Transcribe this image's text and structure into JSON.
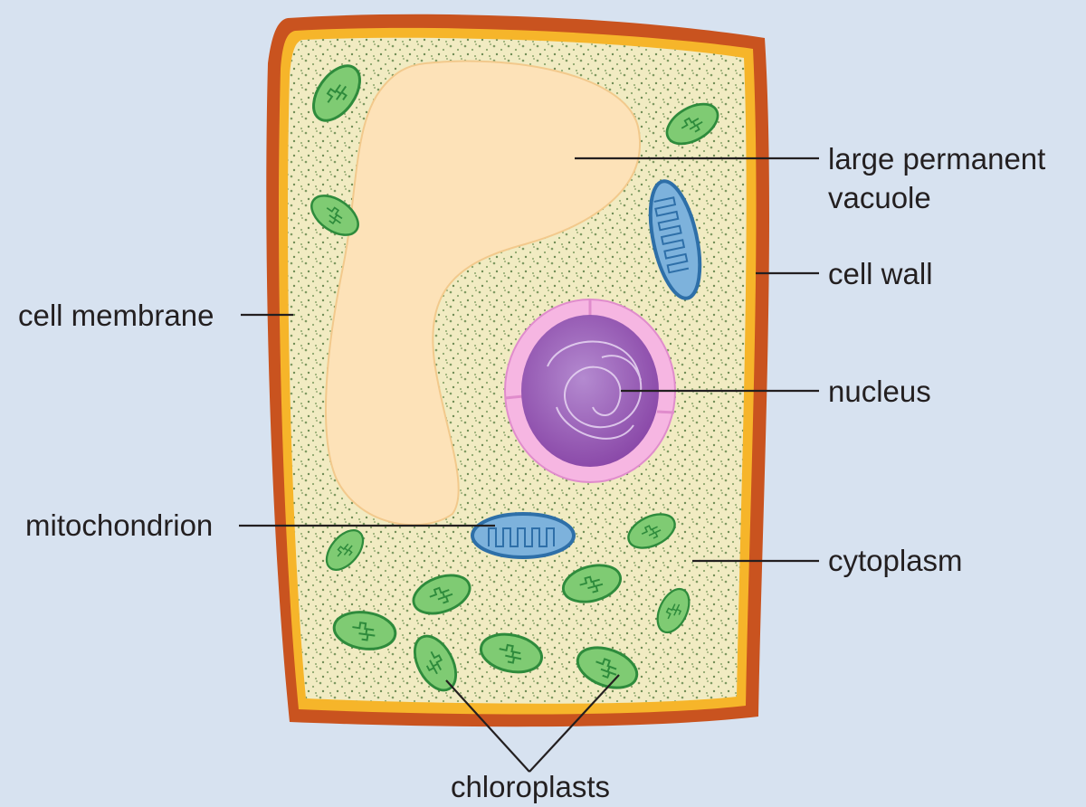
{
  "labels": {
    "vacuole_line1": "large permanent",
    "vacuole_line2": "vacuole",
    "cell_wall": "cell wall",
    "cell_membrane": "cell membrane",
    "nucleus": "nucleus",
    "mitochondrion": "mitochondrion",
    "cytoplasm": "cytoplasm",
    "chloroplasts": "chloroplasts"
  },
  "colors": {
    "background": "#d7e2f0",
    "cell_wall": "#c9531f",
    "cell_membrane": "#f6b52a",
    "cytoplasm": "#f1ebc2",
    "cytoplasm_dots": "#7f9a62",
    "vacuole": "#fde2b8",
    "chloroplast": "#7fcb73",
    "chloroplast_outline": "#2e8b3c",
    "mitochondrion": "#7db2dc",
    "mitochondrion_outline": "#2e6fa8",
    "nuclear_envelope": "#f6b6e2",
    "nucleus": "#9b5cb5"
  }
}
